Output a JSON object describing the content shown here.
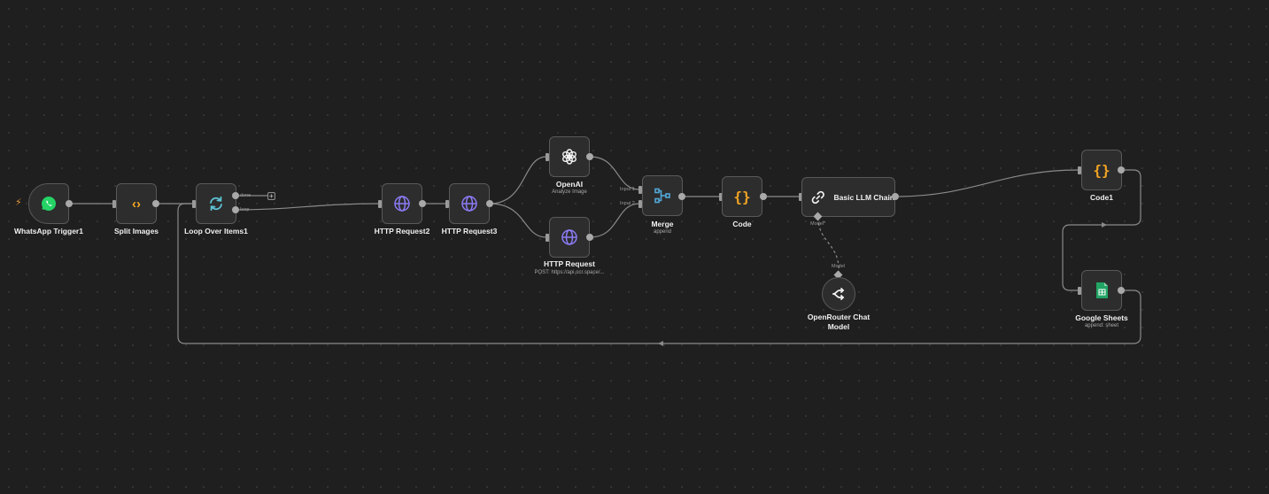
{
  "nodes": {
    "whatsapp_trigger": {
      "label": "WhatsApp Trigger1",
      "icon": "whatsapp-icon"
    },
    "split_images": {
      "label": "Split Images",
      "icon": "code-brackets-icon"
    },
    "loop_over_items": {
      "label": "Loop Over Items1",
      "icon": "loop-arrows-icon",
      "outputs": [
        "done",
        "loop"
      ]
    },
    "http_request2": {
      "label": "HTTP Request2",
      "icon": "globe-icon"
    },
    "http_request3": {
      "label": "HTTP Request3",
      "icon": "globe-icon"
    },
    "openai": {
      "label": "OpenAI",
      "subtitle": "Analyze Image",
      "icon": "openai-icon"
    },
    "http_request": {
      "label": "HTTP Request",
      "subtitle": "POST: https://api.ocr.space/...",
      "icon": "globe-icon"
    },
    "merge": {
      "label": "Merge",
      "subtitle": "append",
      "icon": "merge-icon",
      "inputs": [
        "Input 1",
        "Input 2"
      ]
    },
    "code": {
      "label": "Code",
      "icon": "curly-braces-icon"
    },
    "basic_llm_chain": {
      "label": "Basic LLM Chain",
      "icon": "link-icon",
      "sub_port": "Model*"
    },
    "openrouter": {
      "label_line1": "OpenRouter Chat",
      "label_line2": "Model",
      "icon": "openrouter-icon",
      "port": "Model"
    },
    "code1": {
      "label": "Code1",
      "icon": "curly-braces-icon"
    },
    "google_sheets": {
      "label": "Google Sheets",
      "subtitle": "append: sheet",
      "icon": "google-sheets-icon"
    }
  },
  "colors": {
    "background": "#1f1f1f",
    "node_fill": "#2d2d2d",
    "node_border": "#595959",
    "wire": "#8a8a8a",
    "whatsapp_green": "#25d366",
    "code_orange": "#f5a623",
    "globe_purple": "#8b7cf6",
    "loop_teal": "#5ec4d6",
    "merge_blue": "#52a8d8",
    "sheets_green": "#21a464",
    "trigger_bolt": "#e69a3b"
  }
}
